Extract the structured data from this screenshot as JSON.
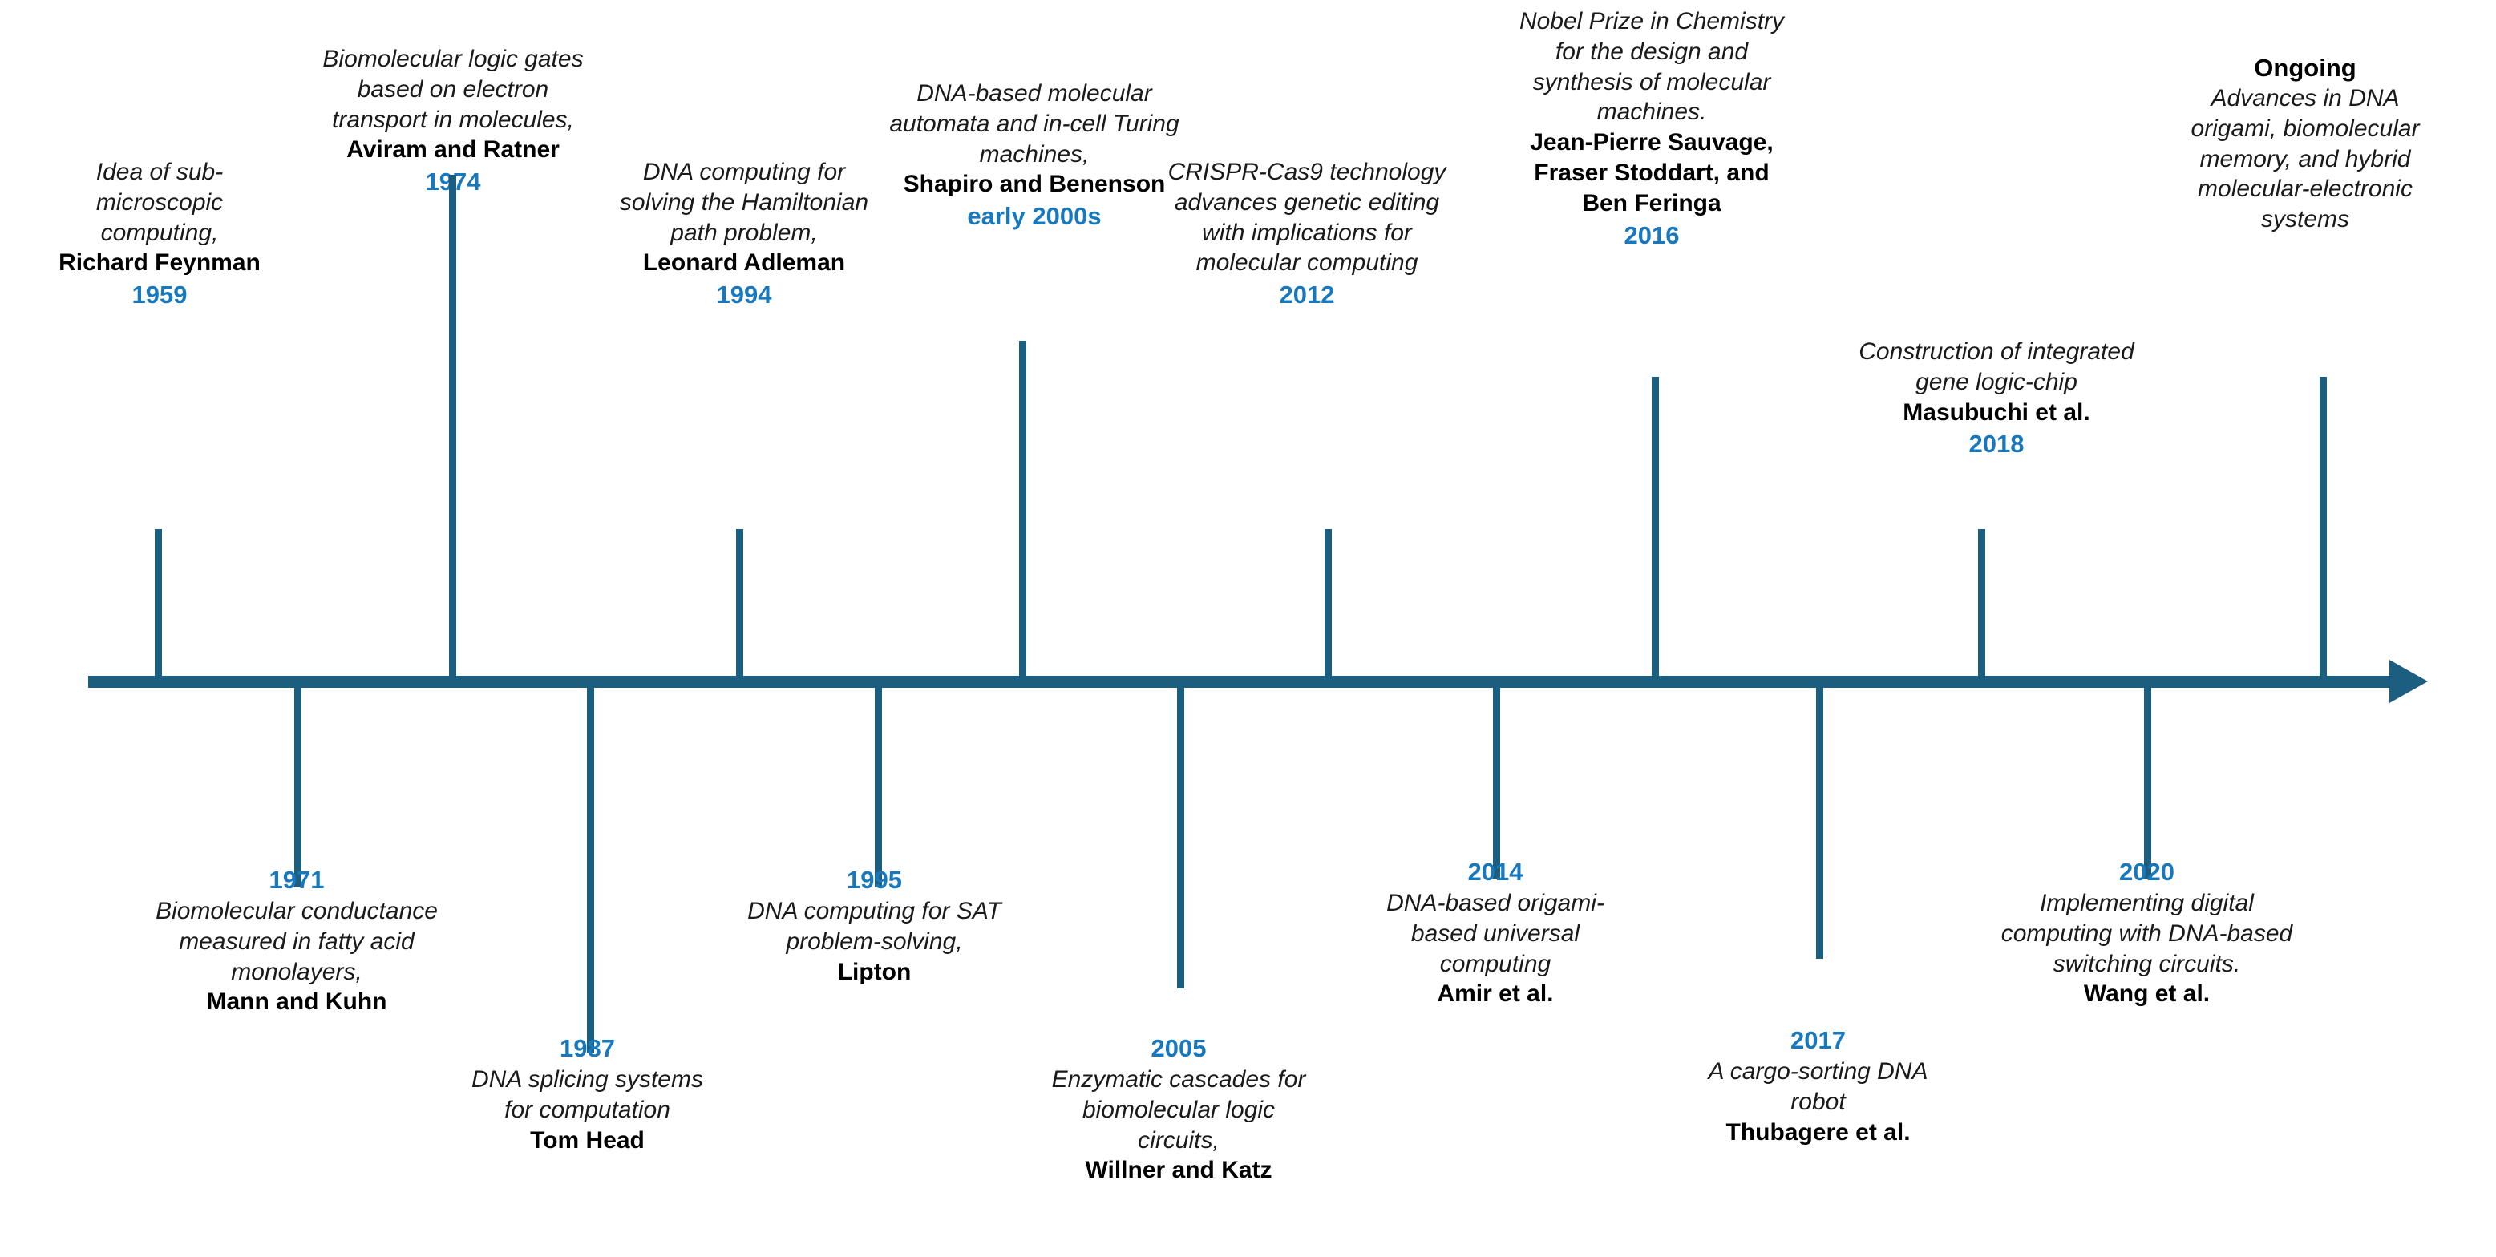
{
  "title": "Timeline of molecular and DNA computing milestones",
  "colors": {
    "accent_blue": "#1878BE",
    "axis_blue": "#1B5E80",
    "text": "#000000",
    "background": "#ffffff"
  },
  "axis": {
    "name": "timeline-axis",
    "direction": "left-to-right",
    "arrow_head": "right"
  },
  "chart_data": {
    "type": "timeline",
    "orientation": "horizontal",
    "entries": [
      {
        "year": "1959",
        "side": "above",
        "description": "Idea of sub-\nmicroscopic\ncomputing,",
        "author": "Richard Feynman"
      },
      {
        "year": "1971",
        "side": "below",
        "description": "Biomolecular conductance\nmeasured in fatty acid\nmonolayers,",
        "author": "Mann and Kuhn"
      },
      {
        "year": "1974",
        "side": "above",
        "description": "Biomolecular logic gates\nbased on electron\ntransport in molecules,",
        "author": "Aviram and Ratner"
      },
      {
        "year": "1987",
        "side": "below",
        "description": "DNA splicing systems\nfor computation",
        "author": "Tom Head"
      },
      {
        "year": "1994",
        "side": "above",
        "description": "DNA computing for\nsolving the Hamiltonian\npath problem,",
        "author": "Leonard Adleman"
      },
      {
        "year": "1995",
        "side": "below",
        "description": "DNA computing for SAT\nproblem-solving,",
        "author": "Lipton"
      },
      {
        "year": "early 2000s",
        "side": "above",
        "description": "DNA-based molecular\nautomata and in-cell Turing\nmachines,",
        "author": "Shapiro and Benenson"
      },
      {
        "year": "2005",
        "side": "below",
        "description": "Enzymatic cascades for\nbiomolecular logic\ncircuits,",
        "author": "Willner and Katz"
      },
      {
        "year": "2012",
        "side": "above",
        "description": "CRISPR-Cas9 technology\nadvances genetic editing\nwith implications for\nmolecular computing",
        "author": ""
      },
      {
        "year": "2014",
        "side": "below",
        "description": "DNA-based origami-\nbased universal\ncomputing",
        "author": "Amir et al."
      },
      {
        "year": "2016",
        "side": "above",
        "description": "Nobel Prize in Chemistry\nfor the design and\nsynthesis of molecular\nmachines.",
        "author": "Jean-Pierre Sauvage,\nFraser Stoddart, and\nBen Feringa"
      },
      {
        "year": "2017",
        "side": "below",
        "description": "A cargo-sorting DNA\nrobot",
        "author": "Thubagere et al."
      },
      {
        "year": "2018",
        "side": "above",
        "description": "Construction of integrated\ngene logic-chip",
        "author": "Masubuchi et al."
      },
      {
        "year": "2020",
        "side": "below",
        "description": "Implementing digital\ncomputing with DNA-based\nswitching circuits.",
        "author": "Wang et al."
      },
      {
        "year": "Ongoing",
        "side": "above",
        "description": "Advances in DNA\norigami, biomolecular\nmemory, and hybrid\nmolecular-electronic\nsystems",
        "author": ""
      }
    ]
  }
}
